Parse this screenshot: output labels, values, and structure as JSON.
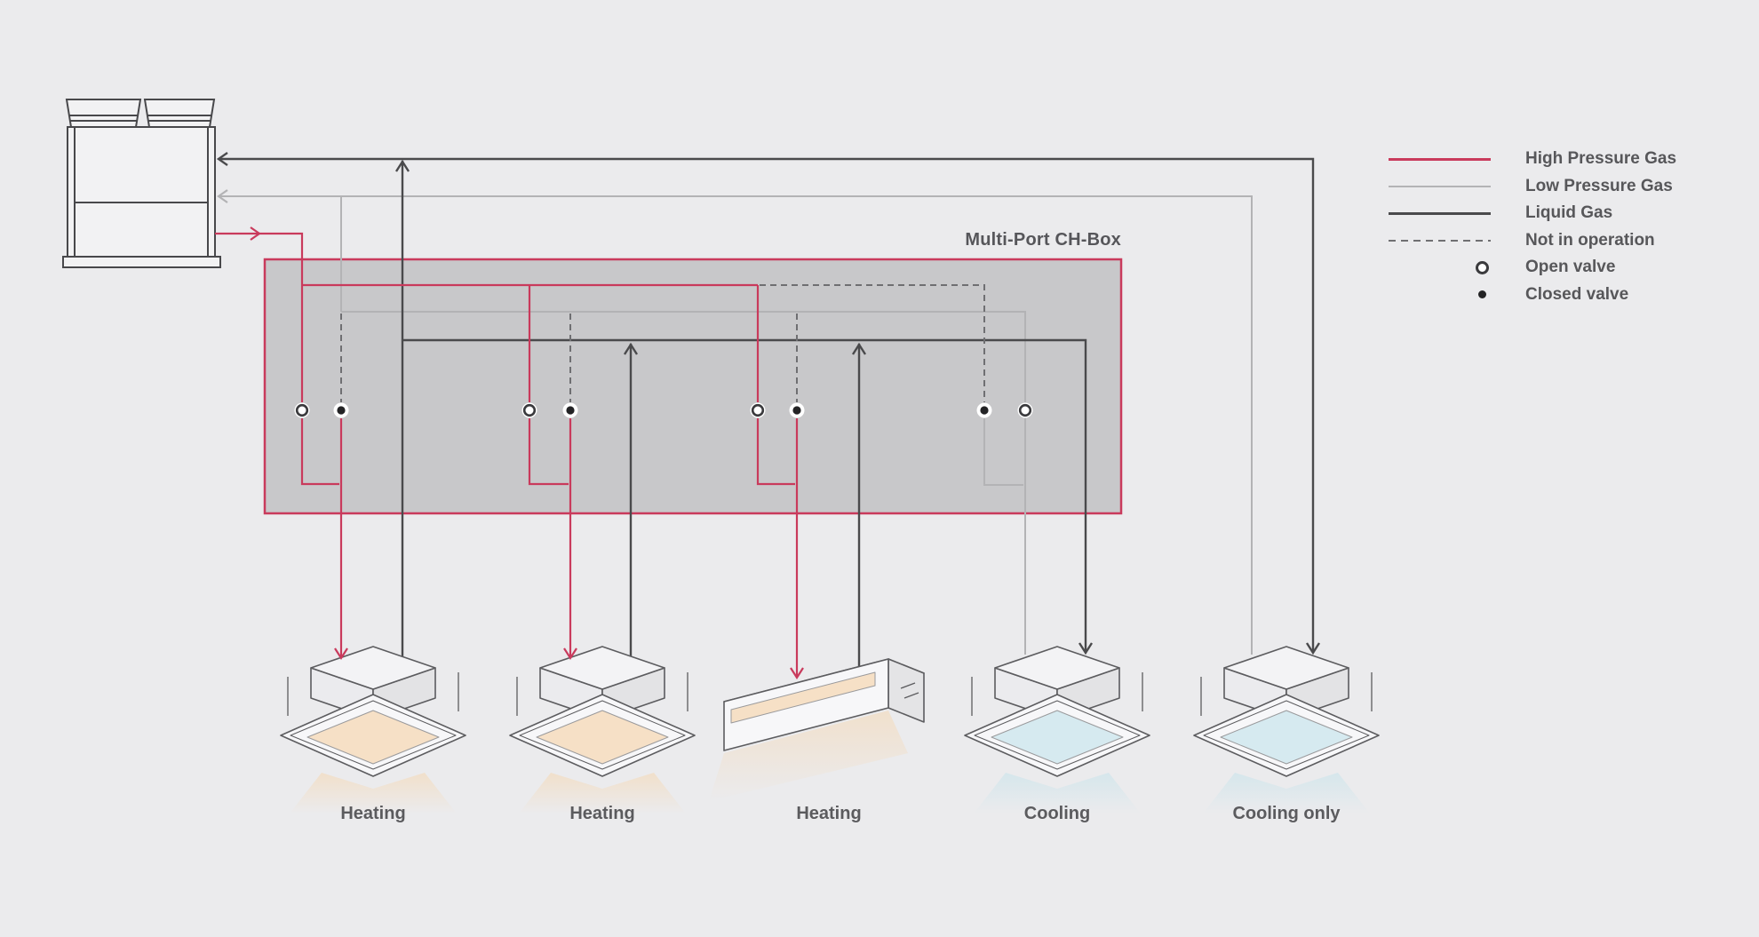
{
  "title": "Multi-Port CH-Box",
  "legend": {
    "items": [
      {
        "label": "High Pressure Gas",
        "swatch": "red-line",
        "color": "#c93a5c"
      },
      {
        "label": "Low Pressure Gas",
        "swatch": "gray-line",
        "color": "#b3b3b5"
      },
      {
        "label": "Liquid Gas",
        "swatch": "dark-line",
        "color": "#4a4a4c"
      },
      {
        "label": "Not in operation",
        "swatch": "dashed-line",
        "color": "#6f6f72"
      },
      {
        "label": "Open valve",
        "swatch": "open-valve"
      },
      {
        "label": "Closed valve",
        "swatch": "closed-valve"
      }
    ]
  },
  "units": [
    {
      "label": "Heating",
      "mode": "heating",
      "type": "cassette"
    },
    {
      "label": "Heating",
      "mode": "heating",
      "type": "cassette"
    },
    {
      "label": "Heating",
      "mode": "heating",
      "type": "ducted"
    },
    {
      "label": "Cooling",
      "mode": "cooling",
      "type": "cassette"
    },
    {
      "label": "Cooling only",
      "mode": "cooling",
      "type": "cassette"
    }
  ],
  "colors": {
    "background": "#ebebed",
    "high_pressure_gas": "#c93a5c",
    "low_pressure_gas": "#b3b3b5",
    "liquid_gas": "#4a4a4c",
    "not_in_operation": "#6f6f72",
    "chbox_fill": "#c8c8ca",
    "chbox_border": "#c93a5c",
    "heating_panel": "#f6e0c6",
    "cooling_panel": "#d6eaf0",
    "text": "#57575a"
  }
}
